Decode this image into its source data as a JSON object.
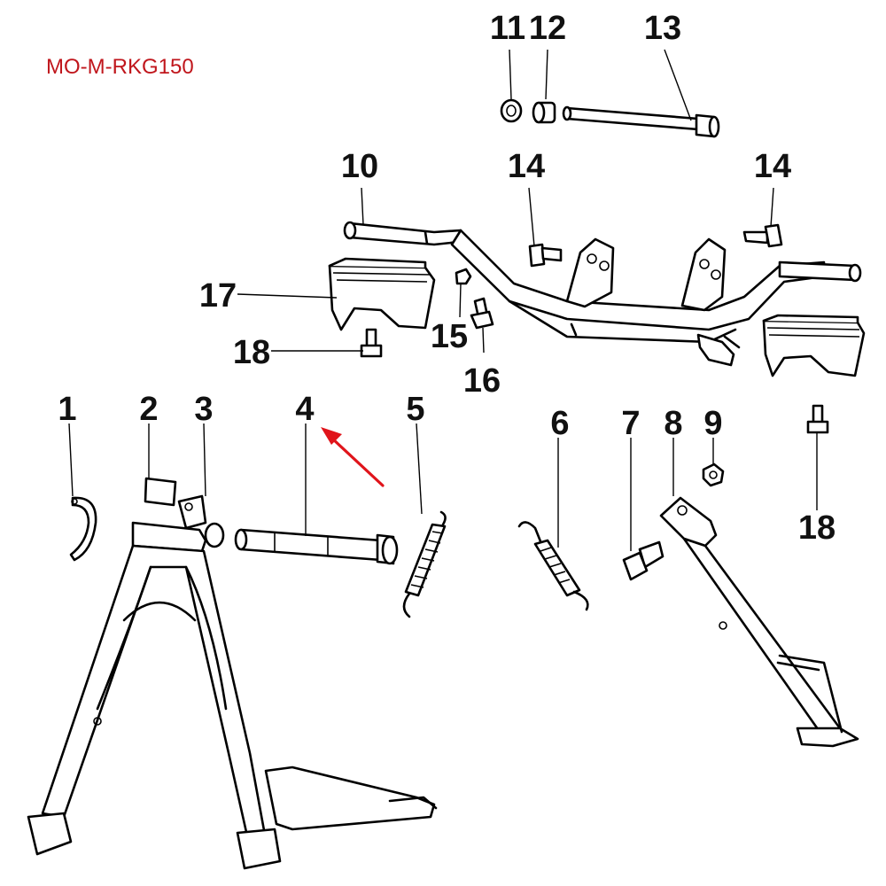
{
  "model_code": "MO-M-RKG150",
  "accent_color": "#c0161c",
  "callouts": [
    {
      "id": "1",
      "part": "stand-spring-hook"
    },
    {
      "id": "2",
      "part": "bracket-collar"
    },
    {
      "id": "3",
      "part": "main-stand"
    },
    {
      "id": "4",
      "part": "stand-pivot-shaft",
      "highlighted": true
    },
    {
      "id": "5",
      "part": "main-stand-spring"
    },
    {
      "id": "6",
      "part": "side-stand-spring"
    },
    {
      "id": "7",
      "part": "side-stand-bolt"
    },
    {
      "id": "8",
      "part": "side-stand"
    },
    {
      "id": "9",
      "part": "nut"
    },
    {
      "id": "10",
      "part": "footrest-bracket-frame"
    },
    {
      "id": "11",
      "part": "nut"
    },
    {
      "id": "12",
      "part": "collar"
    },
    {
      "id": "13",
      "part": "long-bolt"
    },
    {
      "id": "14",
      "part": "flange-bolt"
    },
    {
      "id": "15",
      "part": "nut"
    },
    {
      "id": "16",
      "part": "bolt"
    },
    {
      "id": "17",
      "part": "footrest-pad"
    },
    {
      "id": "18",
      "part": "bolt"
    }
  ]
}
